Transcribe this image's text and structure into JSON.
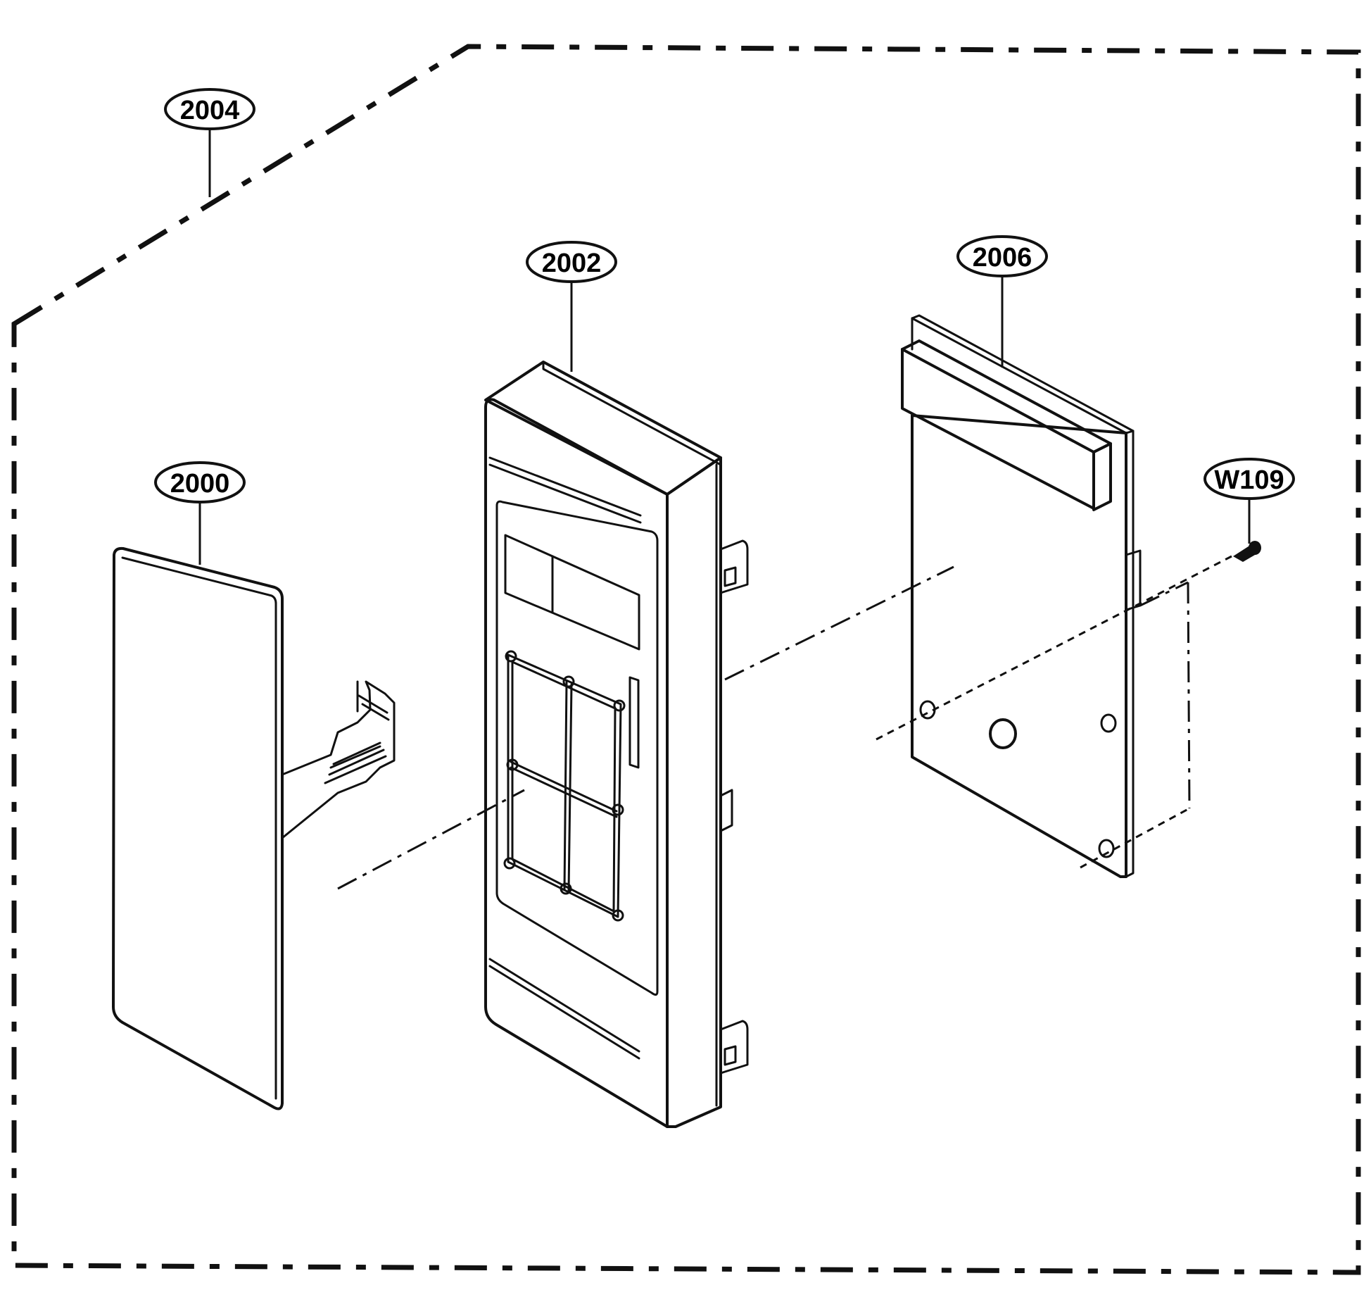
{
  "colors": {
    "line": "#111111",
    "background": "#ffffff"
  },
  "callouts": {
    "c2004": "2004",
    "c2002": "2002",
    "c2006": "2006",
    "c2000": "2000",
    "cW109": "W109"
  }
}
